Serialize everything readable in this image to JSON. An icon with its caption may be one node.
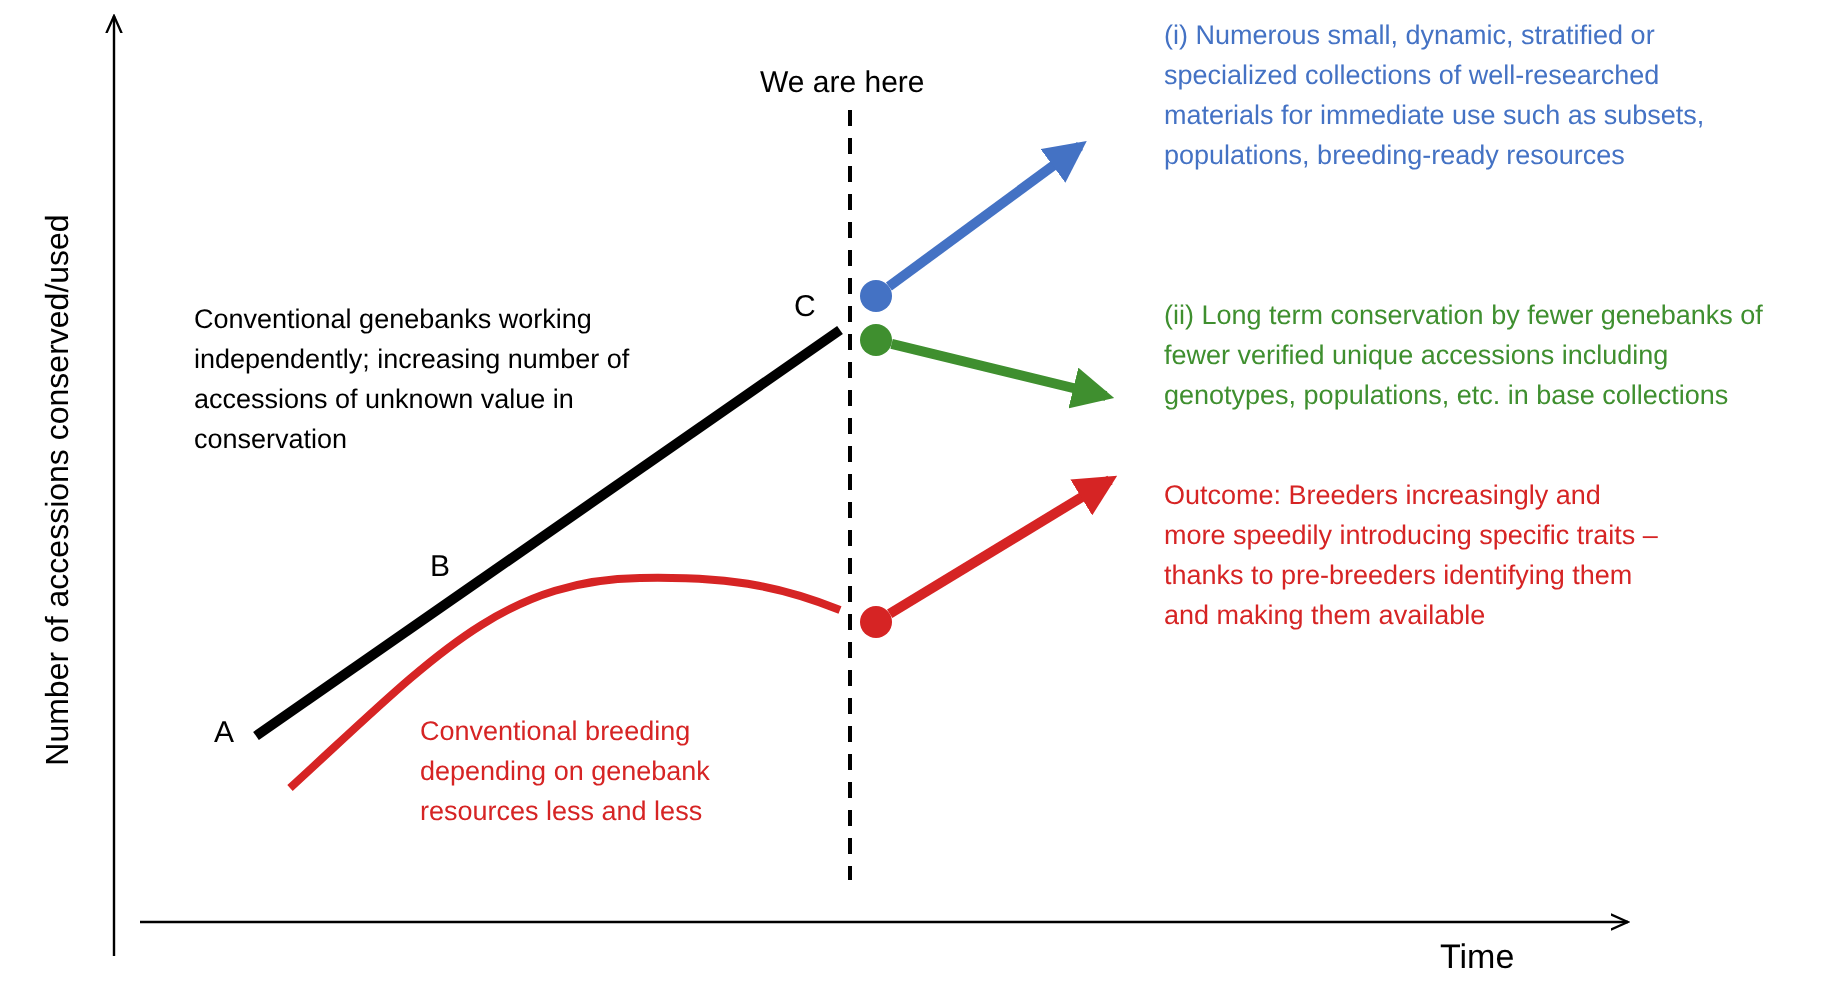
{
  "diagram": {
    "nodes": [
      {
        "text": [],
        "shape": "circle"
      },
      {
        "text": [],
        "shape": "circle"
      },
      {
        "text": [],
        "shape": "circle"
      }
    ],
    "edges": [
      {
        "from": 0,
        "to": null,
        "arrow": "to",
        "color": "#4472c4"
      },
      {
        "from": 1,
        "to": null,
        "arrow": "to",
        "color": "#3f8f2f"
      },
      {
        "from": 2,
        "to": null,
        "arrow": "to",
        "color": "#d62424"
      }
    ],
    "labels": [
      "We are here",
      "(i) Numerous small, dynamic, stratified or specialized collections of well-researched materials for immediate use such as subsets, populations, breeding-ready resources",
      "Conventional genebanks working independently; increasing number of accessions of unknown value in conservation",
      "C",
      "(ii) Long term conservation by fewer genebanks of fewer verified unique accessions including genotypes, populations, etc. in base collections",
      "B",
      "Outcome: Breeders increasingly and more speedily introducing specific traits – thanks to pre-breeders identifying them and making them available",
      "A",
      "Conventional breeding depending on genebank resources less and less",
      "Number of accessions conserved/used",
      "Time"
    ]
  }
}
